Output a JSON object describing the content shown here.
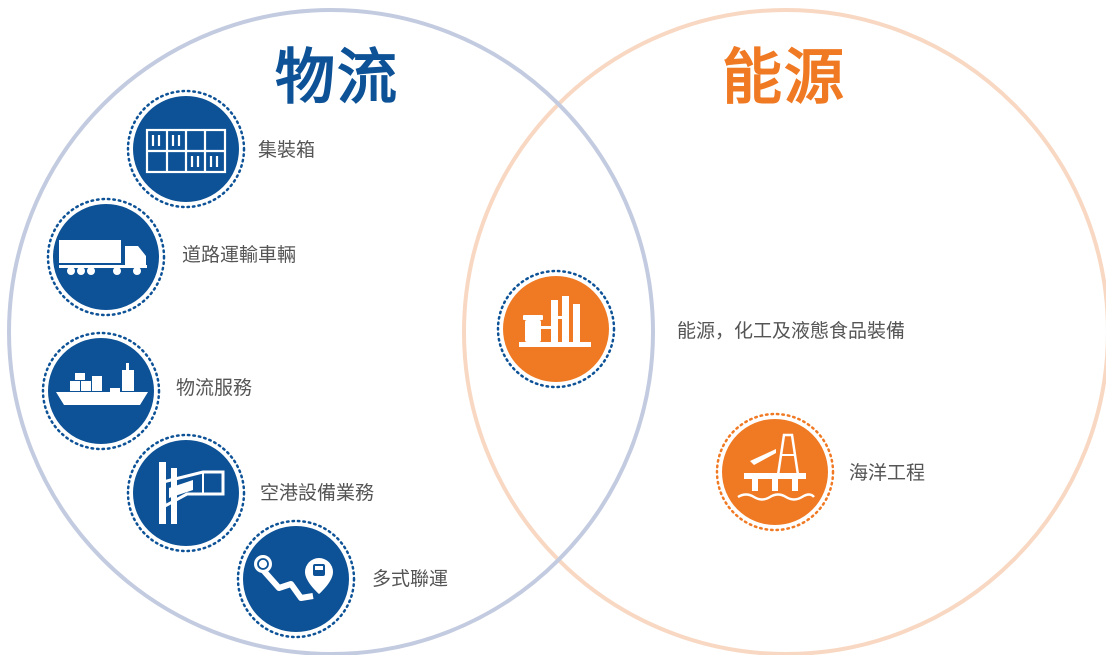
{
  "logistics": {
    "title": "物流",
    "color": "#0d5296",
    "ring_color": "#c3cbe0",
    "items": [
      {
        "label": "集裝箱",
        "icon": "shipping-container-icon"
      },
      {
        "label": "道路運輸車輛",
        "icon": "truck-icon"
      },
      {
        "label": "物流服務",
        "icon": "cargo-ship-icon"
      },
      {
        "label": "空港設備業務",
        "icon": "boarding-bridge-icon"
      },
      {
        "label": "多式聯運",
        "icon": "route-train-icon"
      }
    ]
  },
  "energy": {
    "title": "能源",
    "color": "#f07a24",
    "ring_color": "#f8d8c2",
    "items": [
      {
        "label": "能源，化工及液態食品裝備",
        "icon": "chemical-plant-icon"
      },
      {
        "label": "海洋工程",
        "icon": "offshore-rig-icon"
      }
    ]
  }
}
